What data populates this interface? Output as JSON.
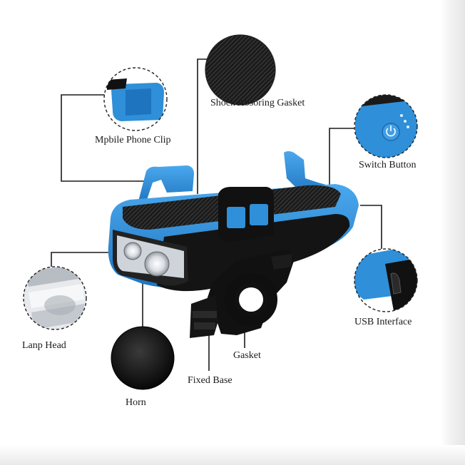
{
  "callouts": {
    "shock_gasket": "Shock Absoring Gasket",
    "phone_clip": "Mpbile Phone Clip",
    "switch_button": "Switch Button",
    "usb_interface": "USB Interface",
    "lamp_head": "Lanp Head",
    "horn": "Horn",
    "fixed_base": "Fixed Base",
    "gasket": "Gasket"
  },
  "colors": {
    "accent_blue": "#2f8fd8",
    "body_black": "#151515",
    "leader_line": "#1a1a1a"
  }
}
